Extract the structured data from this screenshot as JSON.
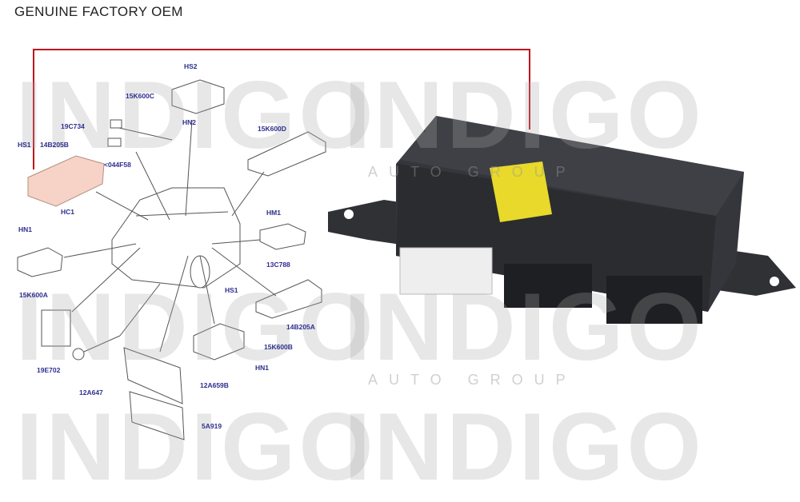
{
  "header": {
    "title": "GENUINE FACTORY OEM"
  },
  "watermark": {
    "brand": "INDIGO",
    "sub": "AUTO GROUP"
  },
  "colors": {
    "highlight_line": "#c0141c",
    "label": "#2e2e8f",
    "module": "#2a2c30",
    "sticker": "#e8d92a"
  },
  "diagram": {
    "labels": [
      "HS2",
      "15K600C",
      "19C734",
      "HN2",
      "15K600D",
      "HS1",
      "14B205B",
      "<044F58",
      "HC1",
      "HN1",
      "HM1",
      "15K600A",
      "13C788",
      "HS1",
      "14B205A",
      "15K600B",
      "HN1",
      "19E702",
      "12A647",
      "12A659B",
      "5A919"
    ]
  }
}
